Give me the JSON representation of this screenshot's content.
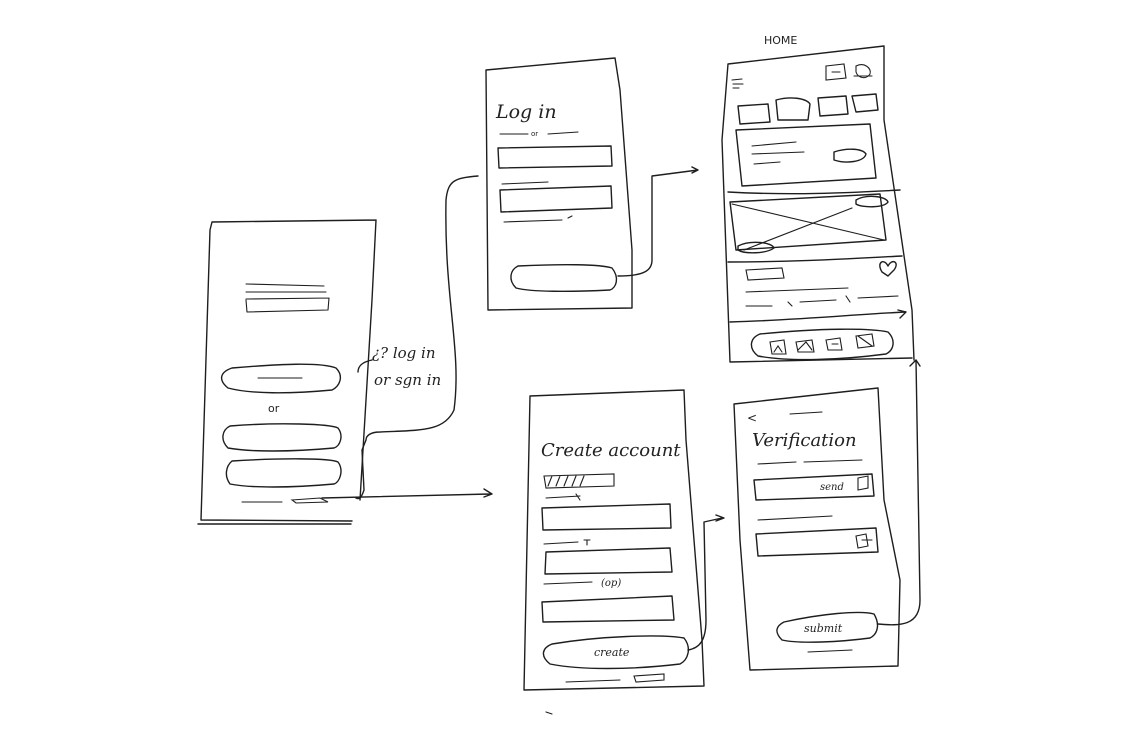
{
  "flow": {
    "label": "¿? log in\nor sgn in"
  },
  "login": {
    "title": "Log in",
    "or": "or"
  },
  "welcome": {
    "or": "or"
  },
  "home": {
    "heading": "HOME"
  },
  "create": {
    "title": "Create account",
    "field_hint": "(op)",
    "button": "create"
  },
  "verify": {
    "back": "<",
    "title": "Verification",
    "send": "send",
    "submit": "submit"
  }
}
